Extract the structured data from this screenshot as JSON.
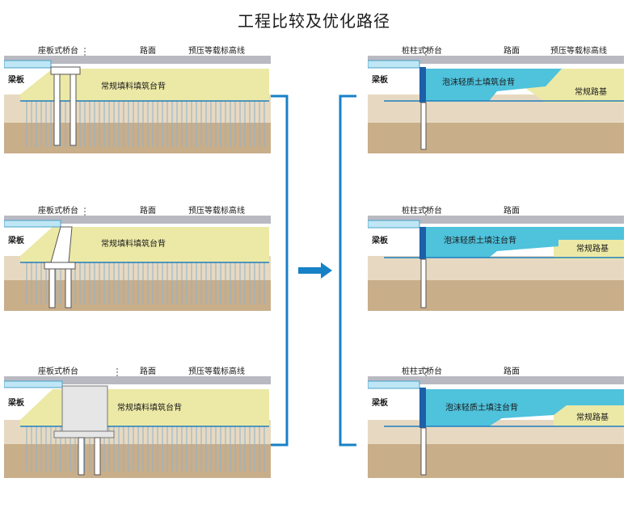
{
  "title": "工程比较及优化路径",
  "left_panels": [
    {
      "abutment_label": "座板式桥台",
      "road_label": "路面",
      "preload_label": "预压等载标高线",
      "beam_label": "梁板",
      "fill_label": "常规填料填筑台背"
    },
    {
      "abutment_label": "座板式桥台",
      "road_label": "路面",
      "preload_label": "预压等载标高线",
      "beam_label": "梁板",
      "fill_label": "常规填料填筑台背"
    },
    {
      "abutment_label": "座板式桥台",
      "road_label": "路面",
      "preload_label": "预压等载标高线",
      "beam_label": "梁板",
      "fill_label": "常规填料填筑台背"
    }
  ],
  "right_panels": [
    {
      "abutment_label": "桩柱式桥台",
      "road_label": "路面",
      "preload_label": "预压等载标高线",
      "beam_label": "梁板",
      "foam_label": "泡沫轻质土填筑台背",
      "subgrade_label": "常规路基"
    },
    {
      "abutment_label": "桩柱式桥台",
      "road_label": "路面",
      "beam_label": "梁板",
      "foam_label": "泡沫轻质土填注台背",
      "subgrade_label": "常规路基"
    },
    {
      "abutment_label": "桩柱式桥台",
      "road_label": "路面",
      "beam_label": "梁板",
      "foam_label": "泡沫轻质土填注台背",
      "subgrade_label": "常规路基"
    }
  ],
  "colors": {
    "soil_top": "#e7d9c1",
    "soil_bottom": "#c9ae8a",
    "fill": "#ece9a6",
    "foam": "#4fc2dc",
    "beam": "#bfe6f5",
    "road": "#b9b9c2",
    "bracket": "#1781c6",
    "arrow": "#1781c6",
    "pile": "#c0d4e4"
  }
}
